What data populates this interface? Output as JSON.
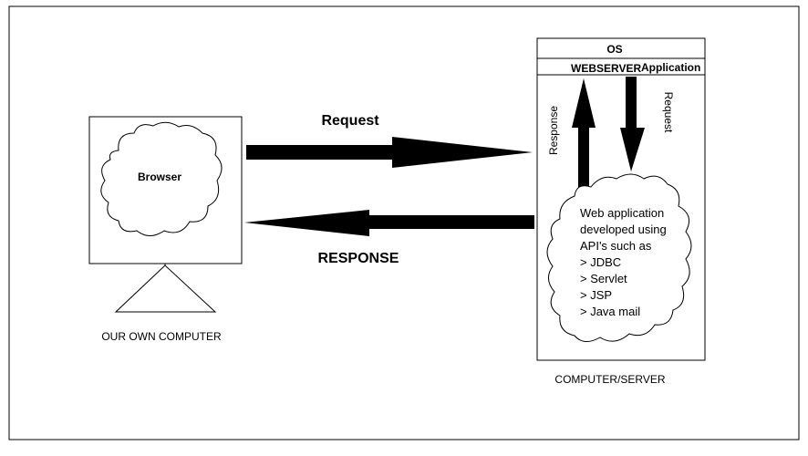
{
  "client": {
    "cloud_label": "Browser",
    "caption": "OUR OWN COMPUTER"
  },
  "arrows": {
    "request_label": "Request",
    "response_label": "RESPONSE",
    "vertical_response_label": "Response",
    "vertical_request_label": "Request"
  },
  "server": {
    "os_label": "OS",
    "webserver_label": "WEBSERVER",
    "application_label": "Application",
    "caption": "COMPUTER/SERVER",
    "cloud_lines": [
      "Web application",
      "developed using",
      "API's such as",
      "> JDBC",
      "> Servlet",
      "> JSP",
      "> Java mail"
    ]
  },
  "colors": {
    "stroke": "#000000",
    "background": "#ffffff"
  }
}
